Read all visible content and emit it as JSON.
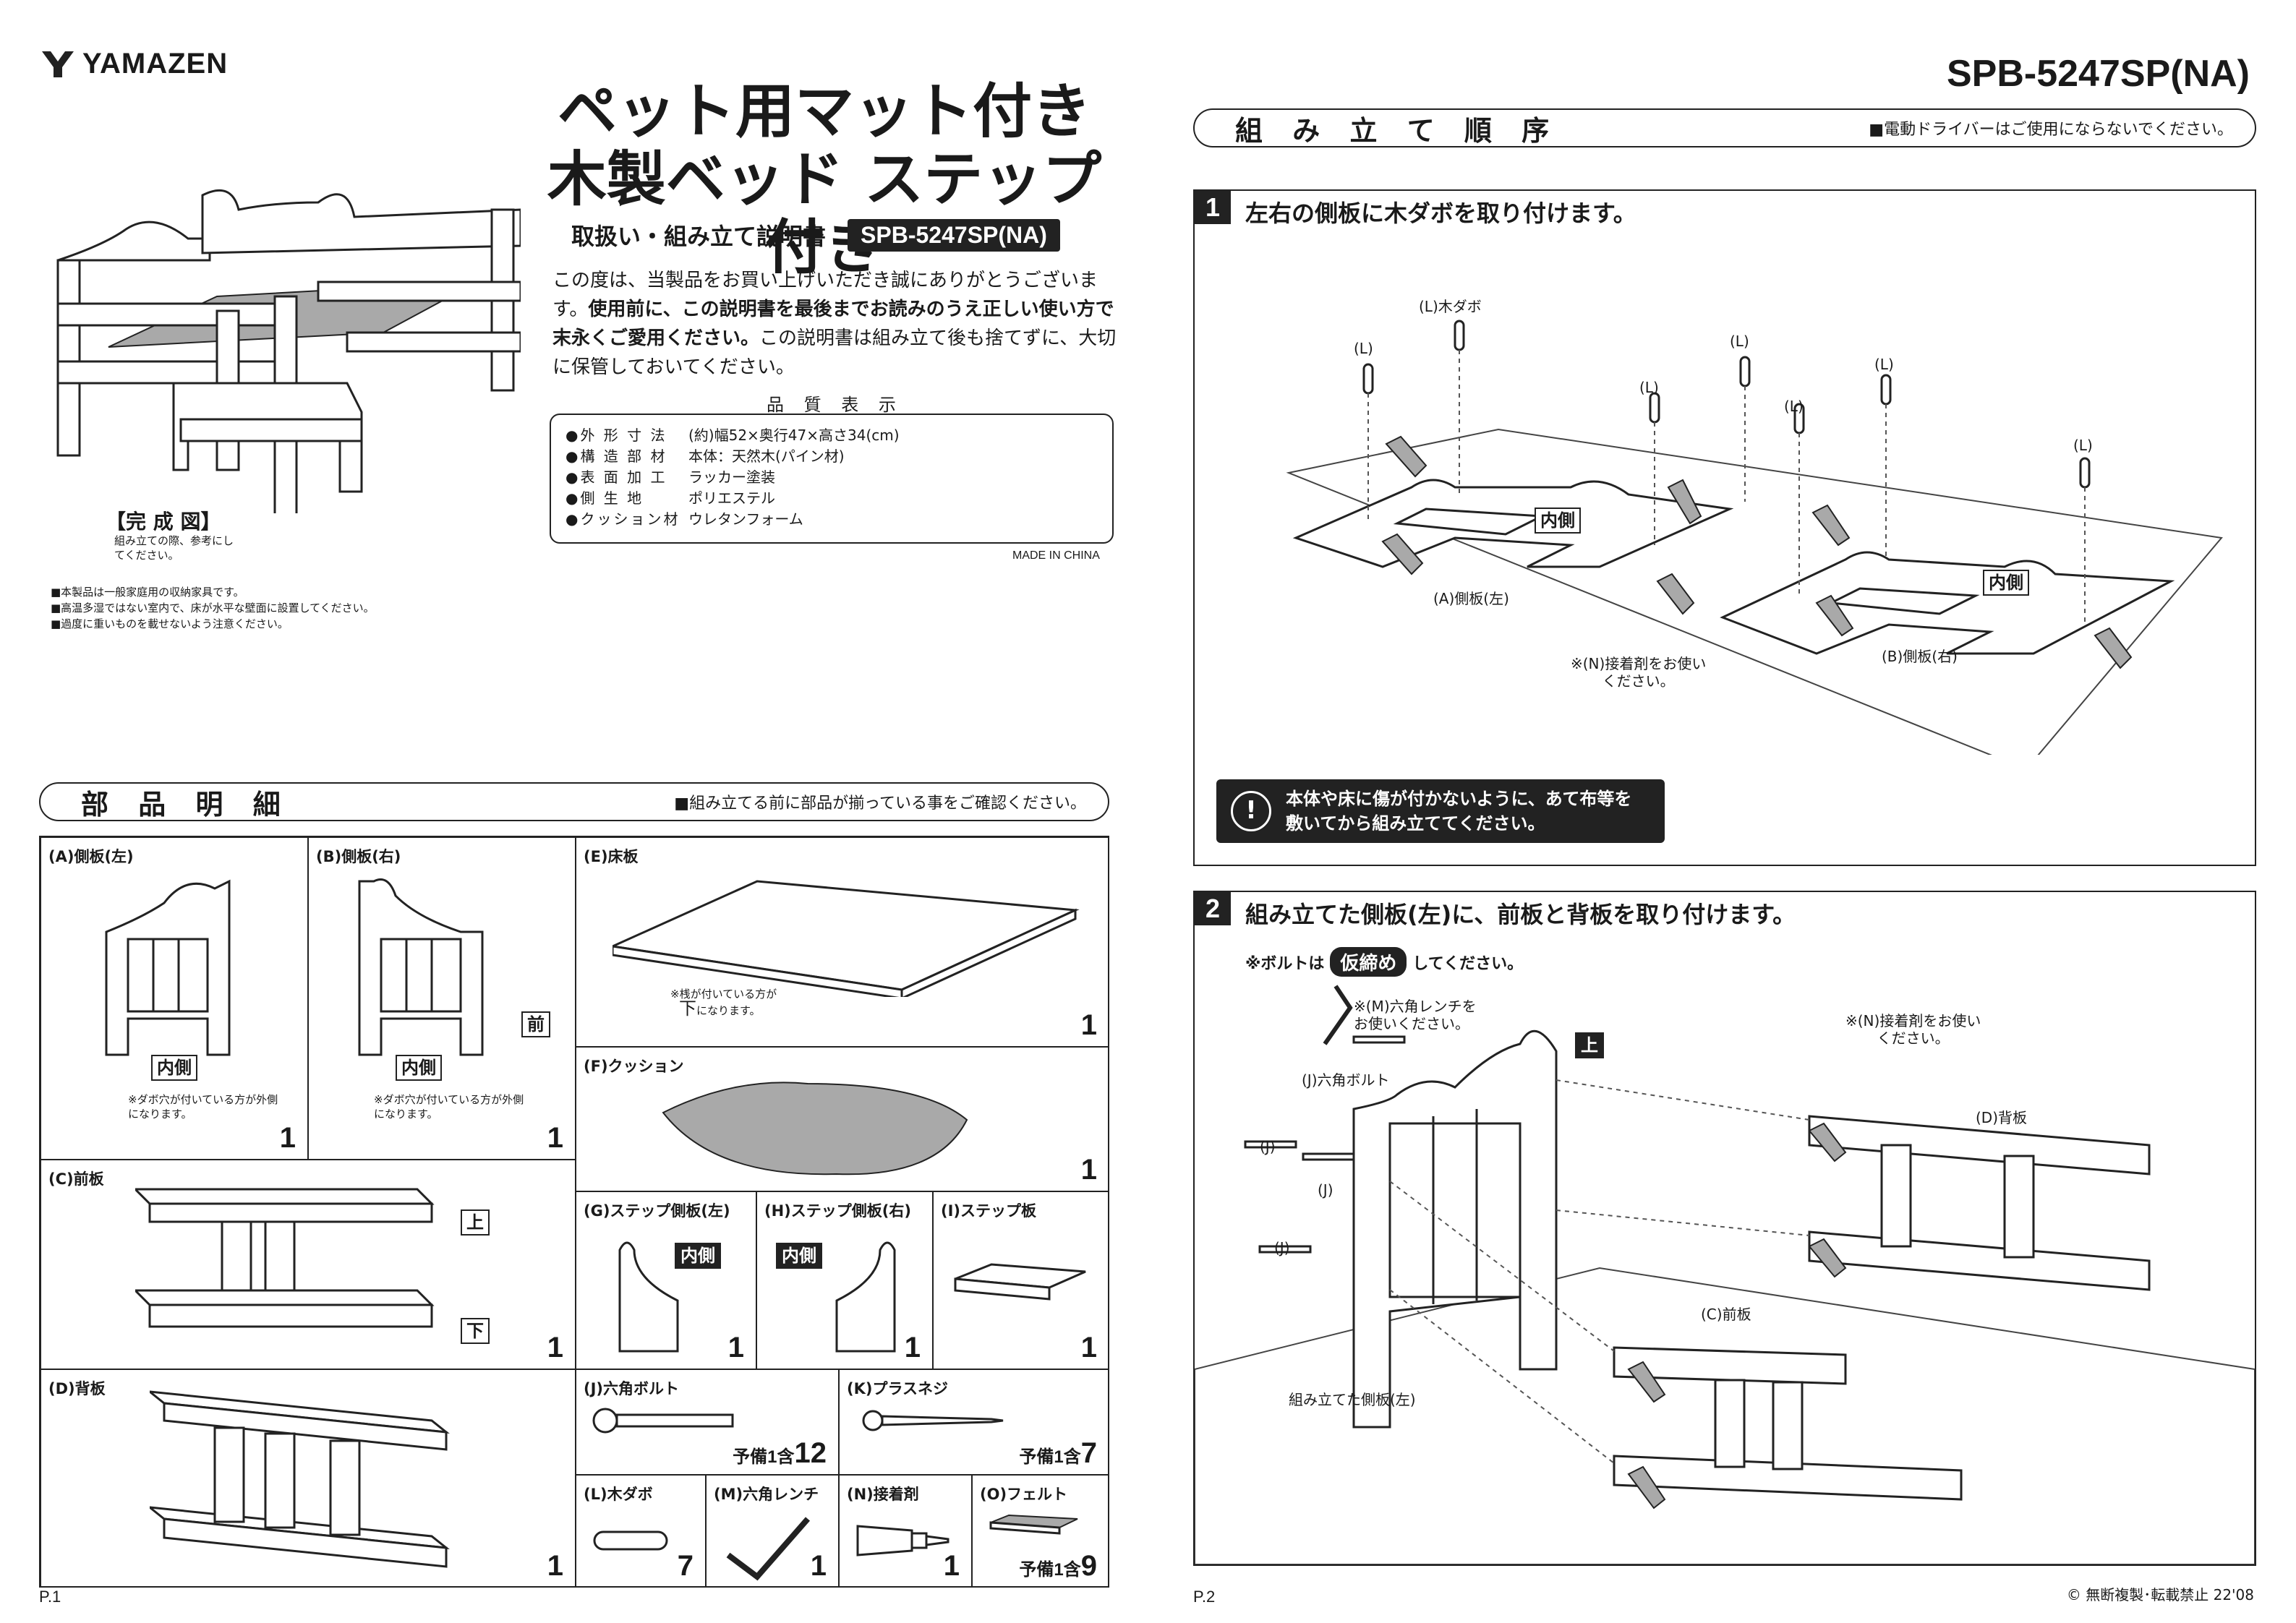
{
  "brand": "YAMAZEN",
  "model": "SPB-5247SP(NA)",
  "title_line1": "ペット用マット付き",
  "title_line2": "木製ベッド ステップ付き",
  "subtitle": "取扱い・組み立て説明書",
  "intro": {
    "p1": "この度は、当製品をお買い上げいただき誠にありがとうございます。",
    "p2": "使用前に、この説明書を最後までお読みのうえ正しい使い方で末永くご愛用ください。",
    "p3": "この説明書は組み立て後も捨てずに、大切に保管しておいてください。"
  },
  "quality": {
    "heading": "品 質 表 示",
    "rows": [
      {
        "k": "●外 形 寸 法",
        "v": "(約)幅52×奥行47×高さ34(cm)"
      },
      {
        "k": "●構 造 部 材",
        "v": "本体：天然木(パイン材)"
      },
      {
        "k": "●表 面 加 工",
        "v": "ラッカー塗装"
      },
      {
        "k": "●側 生 地",
        "v": "ポリエステル"
      },
      {
        "k": "●クッション材",
        "v": "ウレタンフォーム"
      }
    ],
    "made_in": "MADE IN CHINA"
  },
  "completed": {
    "label": "【完 成 図】",
    "note": "組み立ての際、参考にしてください。"
  },
  "notes": [
    "■本製品は一般家庭用の収納家具です。",
    "■高温多湿ではない室内で、床が水平な壁面に設置してください。",
    "■過度に重いものを載せないよう注意ください。"
  ],
  "parts_section": {
    "heading": "部 品 明 細",
    "note": "■組み立てる前に部品が揃っている事をご確認ください。"
  },
  "parts": {
    "a": {
      "label": "(A)側板(左)",
      "tag": "内側",
      "note": "※ダボ穴が付いている方が外側になります。",
      "qty": "1"
    },
    "b": {
      "label": "(B)側板(右)",
      "tag": "内側",
      "front": "前",
      "note": "※ダボ穴が付いている方が外側になります。",
      "qty": "1"
    },
    "c": {
      "label": "(C)前板",
      "top": "上",
      "bottom": "下",
      "qty": "1"
    },
    "d": {
      "label": "(D)背板",
      "qty": "1"
    },
    "e": {
      "label": "(E)床板",
      "note1": "※桟が付いている方が",
      "note2": "下",
      "note3": "になります。",
      "qty": "1"
    },
    "f": {
      "label": "(F)クッション",
      "qty": "1"
    },
    "g": {
      "label": "(G)ステップ側板(左)",
      "tag": "内側",
      "qty": "1"
    },
    "h": {
      "label": "(H)ステップ側板(右)",
      "tag": "内側",
      "qty": "1"
    },
    "i": {
      "label": "(I)ステップ板",
      "qty": "1"
    },
    "j": {
      "label": "(J)六角ボルト",
      "spare": "予備1含",
      "qty": "12"
    },
    "k": {
      "label": "(K)プラスネジ",
      "spare": "予備1含",
      "qty": "7"
    },
    "l": {
      "label": "(L)木ダボ",
      "qty": "7"
    },
    "m": {
      "label": "(M)六角レンチ",
      "qty": "1"
    },
    "n": {
      "label": "(N)接着剤",
      "qty": "1"
    },
    "o": {
      "label": "(O)フェルト",
      "spare": "予備1含",
      "qty": "9"
    }
  },
  "page1": "P.1",
  "page2": "P.2",
  "assembly": {
    "heading": "組 み 立 て 順 序",
    "note": "■電動ドライバーはご使用にならないでください。"
  },
  "step1": {
    "num": "1",
    "title": "左右の側板に木ダボを取り付けます。",
    "dowel": "(L)木ダボ",
    "l": "(L)",
    "inner": "内側",
    "side_a": "(A)側板(左)",
    "side_b": "(B)側板(右)",
    "glue1": "※(N)接着剤をお使い",
    "glue2": "ください。",
    "caution1": "本体や床に傷が付かないように、あて布等を",
    "caution2": "敷いてから組み立ててください。"
  },
  "step2": {
    "num": "2",
    "title": "組み立てた側板(左)に、前板と背板を取り付けます。",
    "bolt_pre": "※ボルトは",
    "bolt_tag": "仮締め",
    "bolt_post": "してください。",
    "wrench1": "※(M)六角レンチを",
    "wrench2": "お使いください。",
    "hexbolt": "(J)六角ボルト",
    "j": "(J)",
    "top": "上",
    "glue1": "※(N)接着剤をお使い",
    "glue2": "ください。",
    "back": "(D)背板",
    "front": "(C)前板",
    "assembled": "組み立てた側板(左)"
  },
  "copyright": "© 無断複製･転載禁止 22'08"
}
